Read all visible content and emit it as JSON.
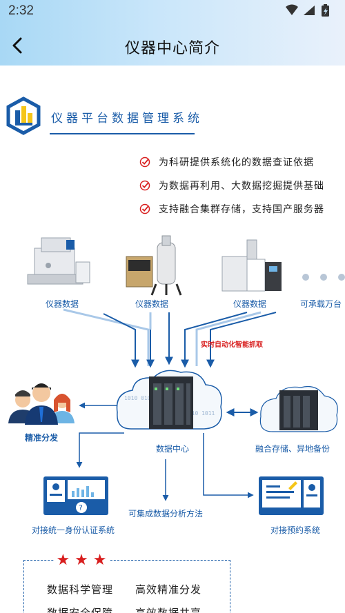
{
  "status_bar": {
    "time": "2:32",
    "icons": [
      "wifi-icon",
      "cellular-signal-icon",
      "battery-charging-icon"
    ]
  },
  "header": {
    "back_icon": "chevron-left-icon",
    "title": "仪器中心简介"
  },
  "intro": {
    "system_title": "仪器平台数据管理系统",
    "features": [
      "为科研提供系统化的数据查证依据",
      "为数据再利用、大数据挖掘提供基础",
      "支持融合集群存储，支持国产服务器"
    ]
  },
  "diagram": {
    "instruments": [
      "仪器数据",
      "仪器数据",
      "仪器数据",
      "可承载万台"
    ],
    "realtime_label": "实时自动化智能抓取",
    "data_center": "数据中心",
    "distribution": "精准分发",
    "storage": "融合存储、异地备份",
    "analysis": "可集成数据分析方法",
    "identity": "对接统一身份认证系统",
    "booking": "对接预约系统"
  },
  "benefits": {
    "stars": [
      "★",
      "★",
      "★"
    ],
    "items": [
      "数据科学管理",
      "高效精准分发",
      "数据安全保障",
      "高效数据共享"
    ]
  },
  "colors": {
    "brand_blue": "#1a5ca8",
    "accent_red": "#d81e1e",
    "logo_yellow": "#f5c518"
  }
}
